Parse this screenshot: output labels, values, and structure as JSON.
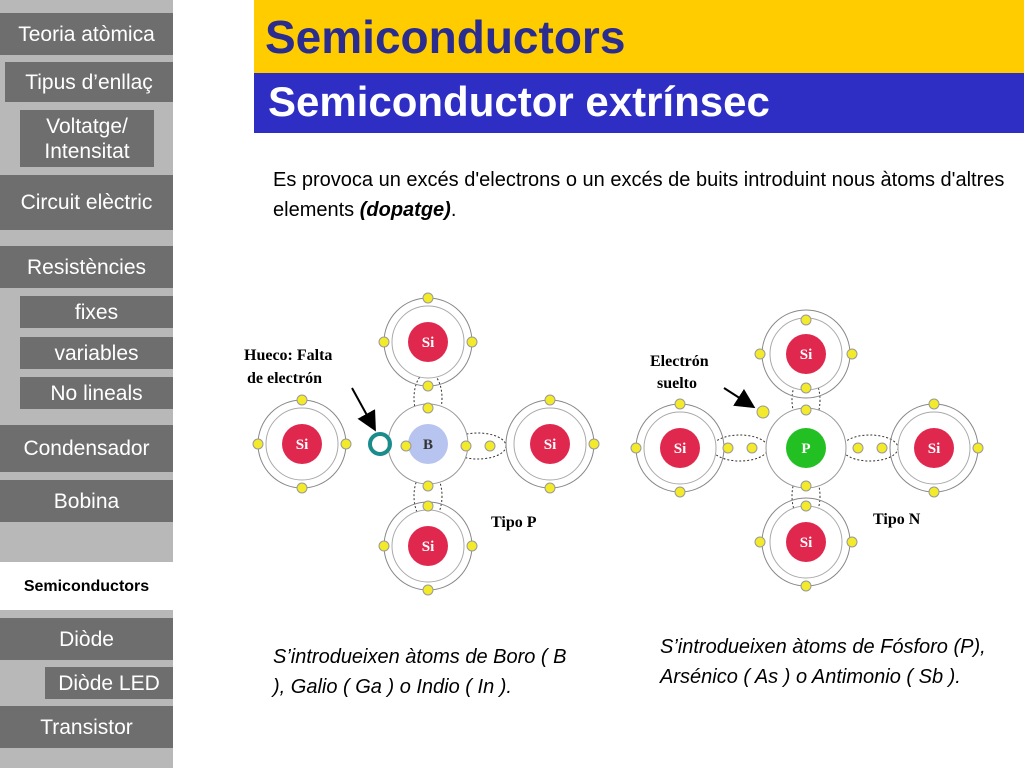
{
  "header": {
    "title": "Semiconductors",
    "subtitle": "Semiconductor extrínsec"
  },
  "colors": {
    "title_bar": "#ffcc00",
    "title_text": "#2a2d8f",
    "subtitle_bar": "#2e2ec4",
    "sidebar_bg": "#b8b8b8",
    "nav_bg": "#6e6e6e",
    "si_atom": "#e0284f",
    "boron_atom": "#b8c4f0",
    "phosphorus_atom": "#22c022",
    "electron": "#f2ea2a",
    "hole": "#1a8c8c"
  },
  "sidebar": {
    "items": [
      {
        "label": "Teoria atòmica"
      },
      {
        "label": "Tipus d’enllaç"
      },
      {
        "label": "Voltatge/ Intensitat"
      },
      {
        "label": "Circuit elèctric"
      },
      {
        "label": "Resistències"
      },
      {
        "label": "fixes"
      },
      {
        "label": "variables"
      },
      {
        "label": "No lineals"
      },
      {
        "label": "Condensador"
      },
      {
        "label": "Bobina"
      },
      {
        "label": "Semiconductors"
      },
      {
        "label": "Diòde"
      },
      {
        "label": "Diòde LED"
      },
      {
        "label": "Transistor"
      }
    ]
  },
  "content": {
    "intro_text": "Es provoca un excés d'electrons o un excés de buits introduint nous àtoms d'altres elements",
    "intro_bold": "(dopatge)",
    "intro_end": ".",
    "caption_p": "S’introdueixen àtoms de Boro ( B ), Galio ( Ga ) o Indio ( In ).",
    "caption_n": "S’introdueixen àtoms de Fósforo (P), Arsénico ( As ) o Antimonio ( Sb )."
  },
  "diagram_p": {
    "annotation_line1": "Hueco: Falta",
    "annotation_line2": "de electrón",
    "type_label": "Tipo P",
    "center_atom": "B",
    "neighbor_atom": "Si"
  },
  "diagram_n": {
    "annotation_line1": "Electrón",
    "annotation_line2": "suelto",
    "type_label": "Tipo N",
    "center_atom": "P",
    "neighbor_atom": "Si"
  }
}
